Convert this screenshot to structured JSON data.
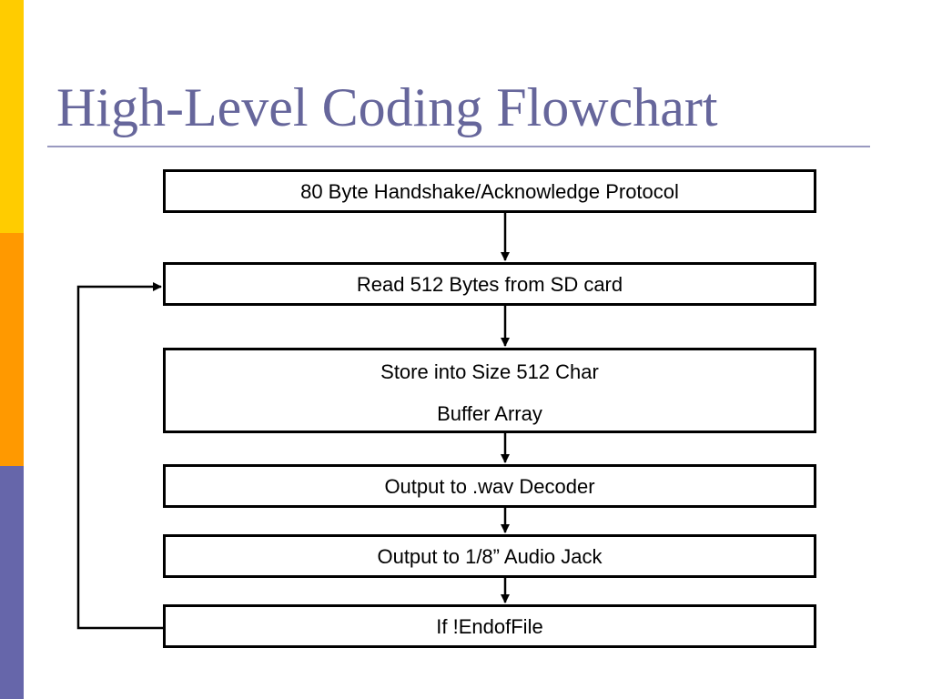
{
  "title": "High-Level Coding Flowchart",
  "steps": [
    {
      "lines": [
        "80 Byte Handshake/Acknowledge Protocol"
      ]
    },
    {
      "lines": [
        "Read 512 Bytes from SD card"
      ]
    },
    {
      "lines": [
        "Store into Size 512 Char",
        "Buffer Array"
      ]
    },
    {
      "lines": [
        "Output to .wav Decoder"
      ]
    },
    {
      "lines": [
        "Output to 1/8” Audio Jack"
      ]
    },
    {
      "lines": [
        "If !EndofFile"
      ]
    }
  ],
  "colors": {
    "title": "#66669b",
    "rule": "#9999c0",
    "accent_yellow": "#ffcc00",
    "accent_orange": "#ff9900",
    "accent_blue": "#6666aa"
  }
}
